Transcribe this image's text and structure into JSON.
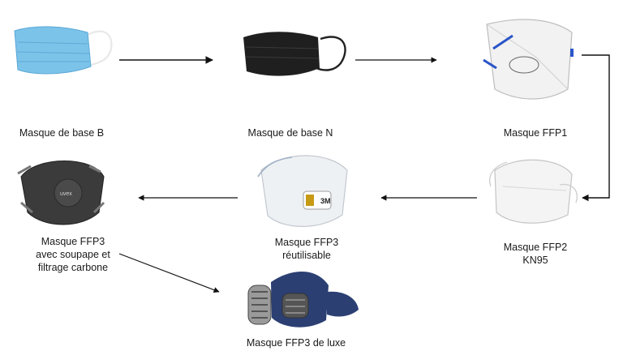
{
  "nodes": [
    {
      "id": "basic-b",
      "label": "Masque de base B",
      "icon": "surgical-mask-blue-icon"
    },
    {
      "id": "basic-n",
      "label": "Masque de base N",
      "icon": "surgical-mask-black-icon"
    },
    {
      "id": "ffp1",
      "label": "Masque FFP1",
      "icon": "ffp1-foldable-mask-icon"
    },
    {
      "id": "ffp2",
      "label": "Masque FFP2\nKN95",
      "icon": "kn95-mask-icon"
    },
    {
      "id": "ffp3-reusable",
      "label": "Masque FFP3\nréutilisable",
      "icon": "ffp3-valve-mask-icon"
    },
    {
      "id": "ffp3-carbon",
      "label": "Masque FFP3\navec soupape et\nfiltrage carbone",
      "icon": "ffp3-carbon-mask-icon"
    },
    {
      "id": "ffp3-luxe",
      "label": "Masque FFP3 de luxe",
      "icon": "half-face-respirator-icon"
    }
  ],
  "colors": {
    "blue_mask": "#7cc3ea",
    "black_mask": "#1f1f1f",
    "white_mask": "#f2f2f2",
    "strap_blue": "#2a55c8",
    "carbon_mask": "#3b3b3b",
    "respirator_blue": "#2b3f73",
    "arrow": "#111111"
  }
}
